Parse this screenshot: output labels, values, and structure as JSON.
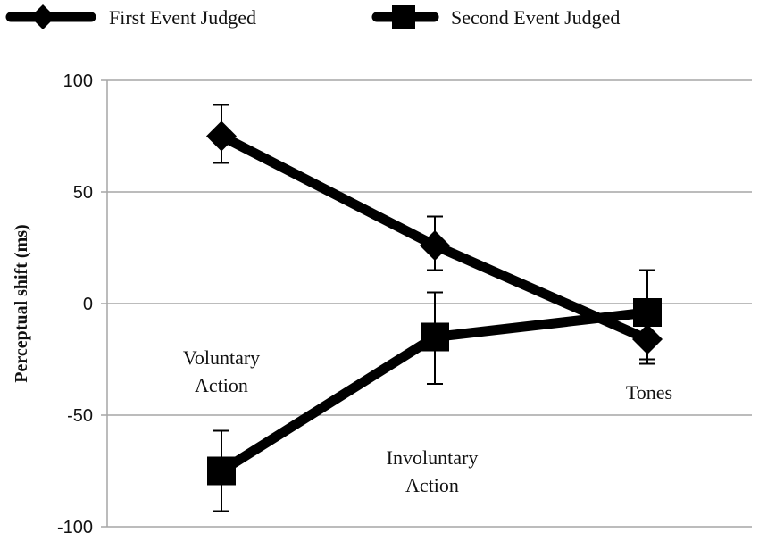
{
  "chart_data": {
    "type": "line",
    "title": "",
    "xlabel": "",
    "ylabel": "Perceptual shift (ms)",
    "ylim": [
      -100,
      100
    ],
    "yticks": [
      100,
      50,
      0,
      -50,
      -100
    ],
    "grid": true,
    "legend_position": "top",
    "categories": [
      {
        "lines": [
          "Voluntary",
          "Action"
        ]
      },
      {
        "lines": [
          "Involuntary",
          "Action"
        ]
      },
      {
        "lines": [
          "Tones"
        ]
      }
    ],
    "series": [
      {
        "name": "First Event Judged",
        "marker": "diamond",
        "values": [
          75,
          26,
          -16
        ],
        "err_low": [
          63,
          15,
          -27
        ],
        "err_high": [
          89,
          39,
          -5
        ],
        "color": "#000000"
      },
      {
        "name": "Second Event Judged",
        "marker": "square",
        "values": [
          -75,
          -15,
          -4
        ],
        "err_low": [
          -93,
          -36,
          -25
        ],
        "err_high": [
          -57,
          5,
          15
        ],
        "color": "#000000"
      }
    ],
    "grid_color": "#a6a6a6"
  }
}
